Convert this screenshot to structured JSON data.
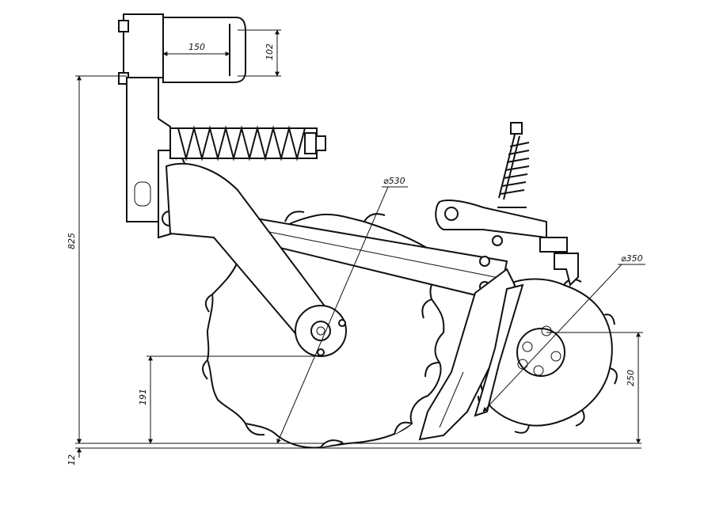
{
  "drawing": {
    "title": "",
    "dimensions": {
      "bracket_width": "150",
      "bracket_height": "102",
      "overall_height": "825",
      "disc_center_height": "191",
      "ground_offset": "12",
      "big_disc_diameter": "⌀530",
      "small_disc_diameter": "⌀350",
      "small_disc_center_height": "250"
    }
  }
}
